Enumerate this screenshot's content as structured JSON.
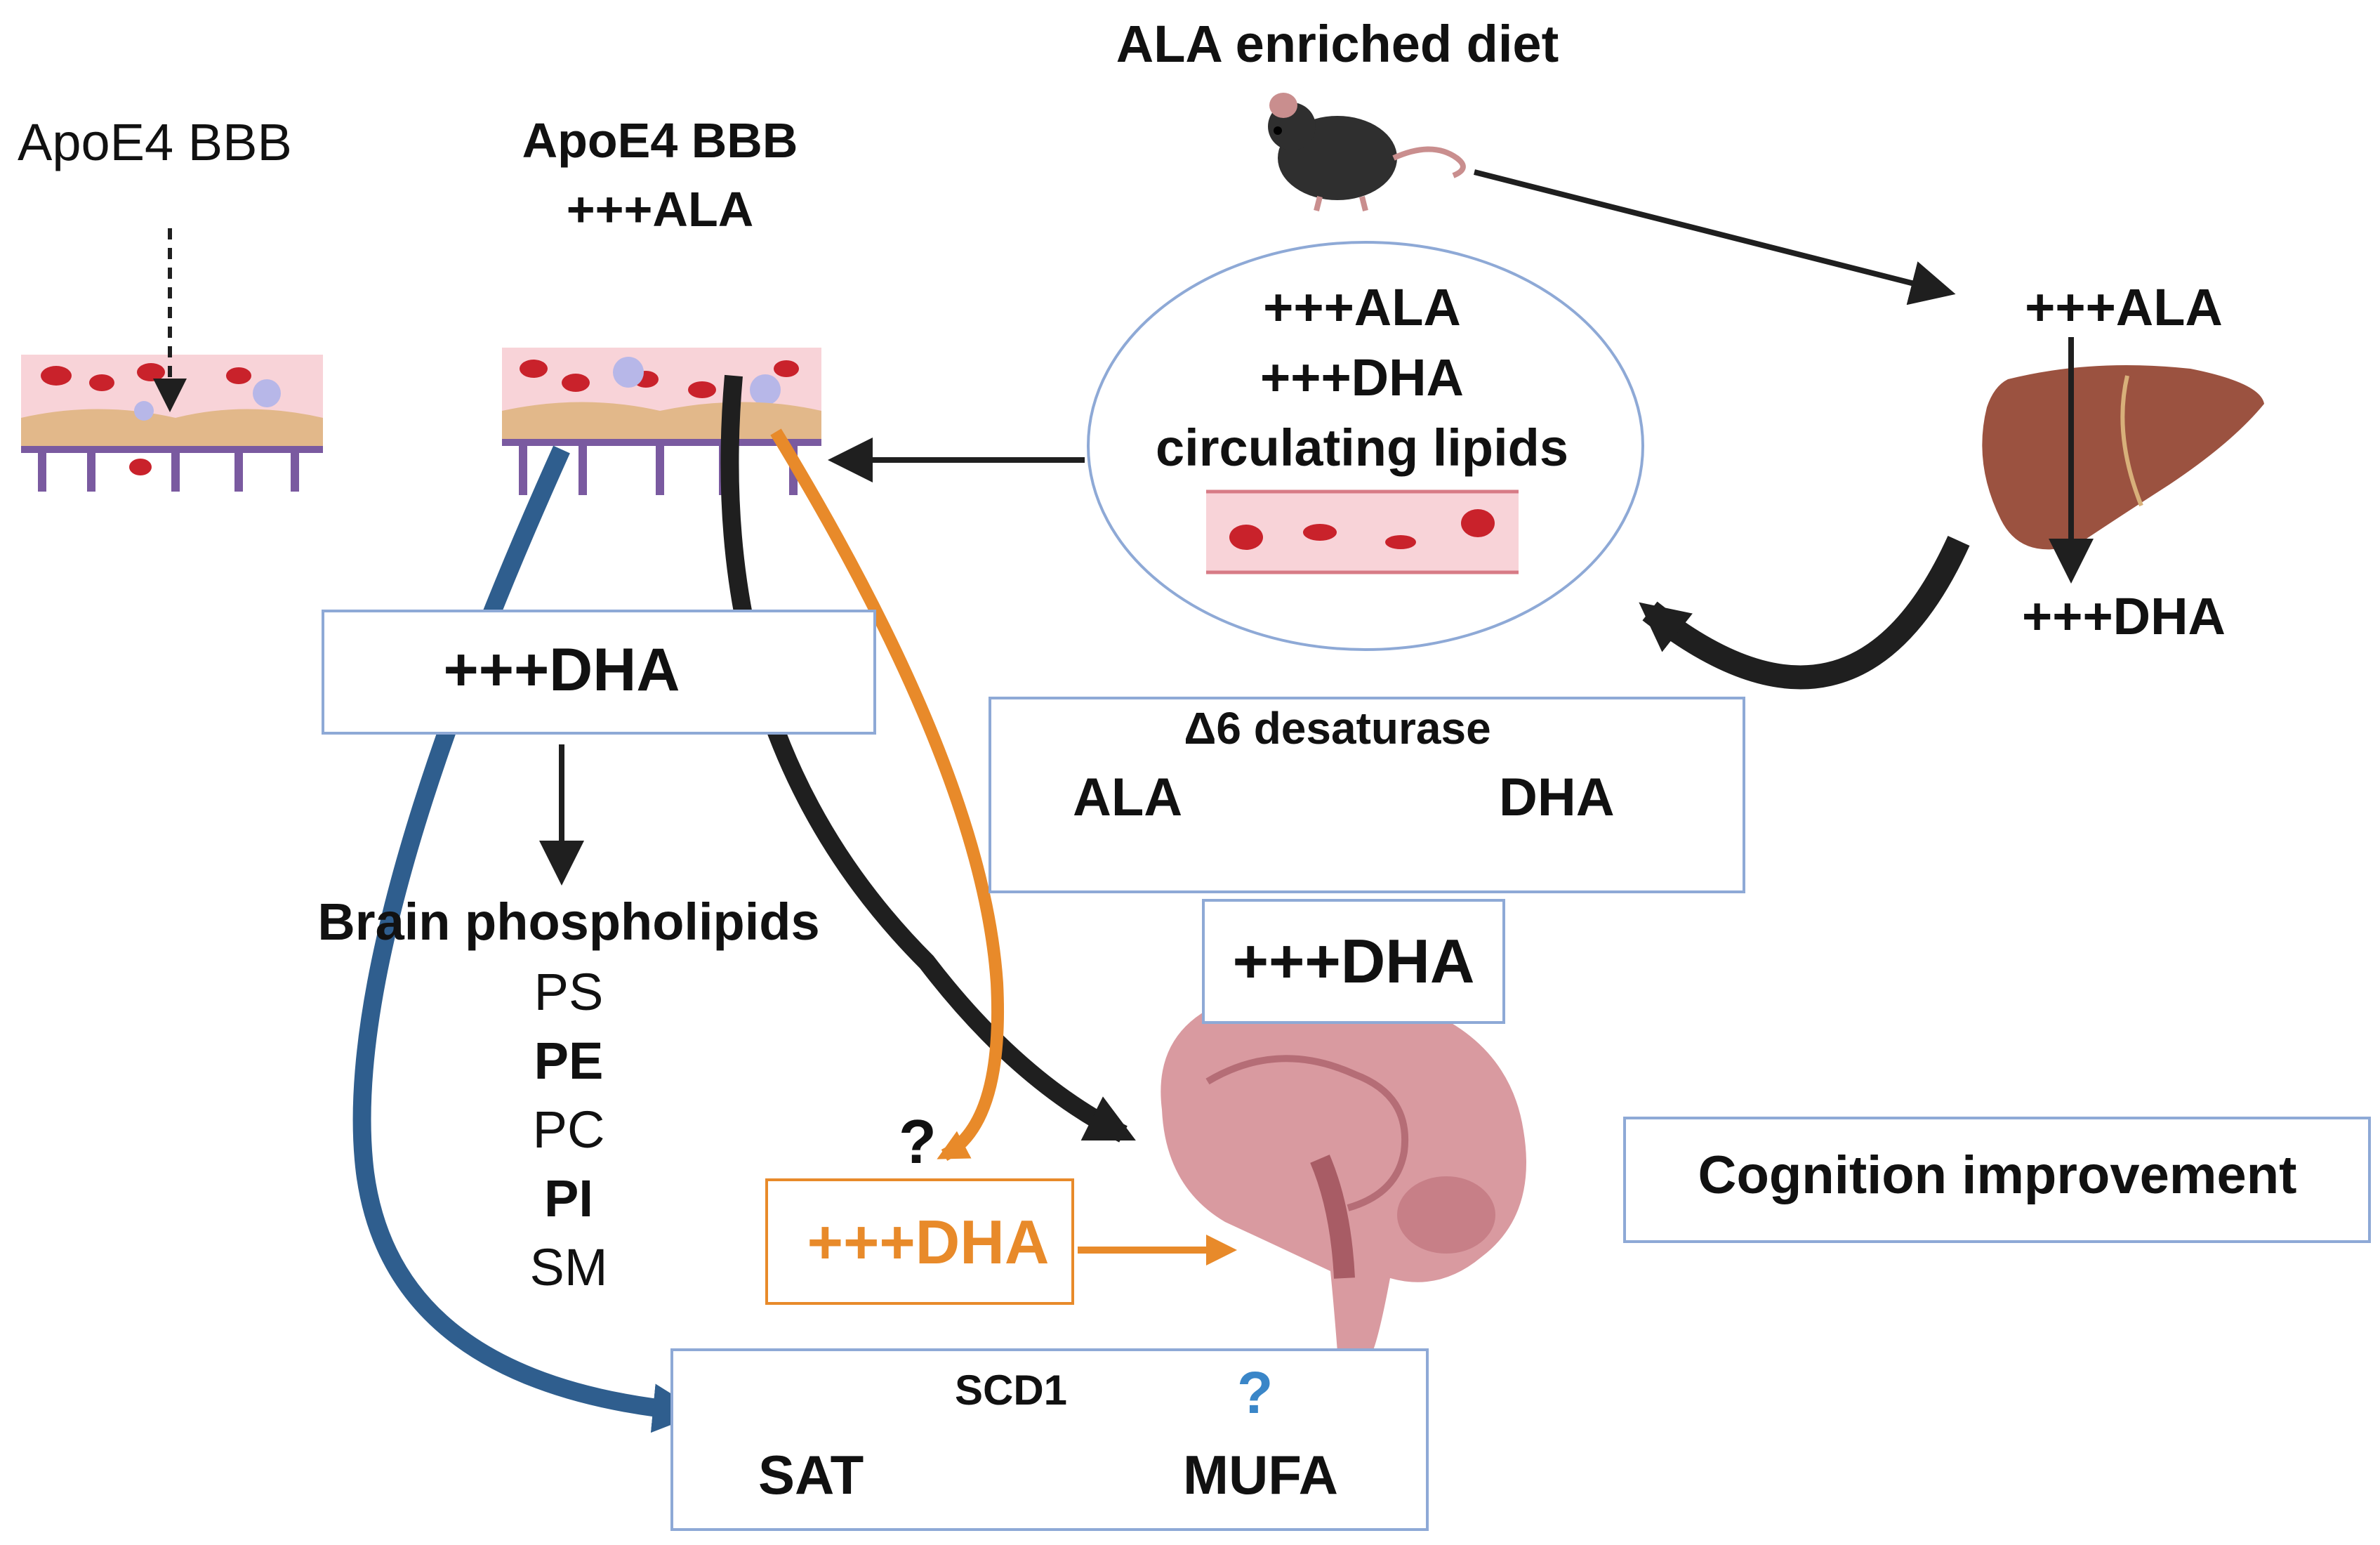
{
  "labels": {
    "apoe4_left": "ApoE4 BBB",
    "apoe4_mid_line1": "ApoE4 BBB",
    "apoe4_mid_line2": "+++ALA",
    "diet": "ALA enriched diet",
    "circ_line1": "+++ALA",
    "circ_line2": "+++DHA",
    "circ_line3": "circulating lipids",
    "liver_top": "+++ALA",
    "liver_bottom": "+++DHA",
    "dha_box_left": "+++DHA",
    "brain_phospholipids": "Brain phospholipids",
    "phospholipids": [
      "PS",
      "PE",
      "PC",
      "PI",
      "SM"
    ],
    "delta6_title": "Δ6 desaturase",
    "delta6_from": "ALA",
    "delta6_to": "DHA",
    "dha_box_mid": "+++DHA",
    "dha_orange": "+++DHA",
    "question_black": "?",
    "question_blue": "?",
    "scd1": "SCD1",
    "sat": "SAT",
    "mufa": "MUFA",
    "cognition": "Cognition improvement"
  },
  "colors": {
    "box_border": "#8ea9d6",
    "black_arrow": "#1f1f1f",
    "blue_arrow": "#2f5e8e",
    "orange_arrow": "#e88a2a",
    "orange_text": "#e88a2a",
    "question_blue": "#3a86c8",
    "vessel_pink": "#f8d3d8",
    "red_cell": "#c9222b",
    "liver": "#9b5240",
    "brain": "#d99aa0"
  },
  "icons": [
    "mouse-icon",
    "liver-icon",
    "brain-icon",
    "blood-vessel-icon",
    "bbb-icon"
  ]
}
